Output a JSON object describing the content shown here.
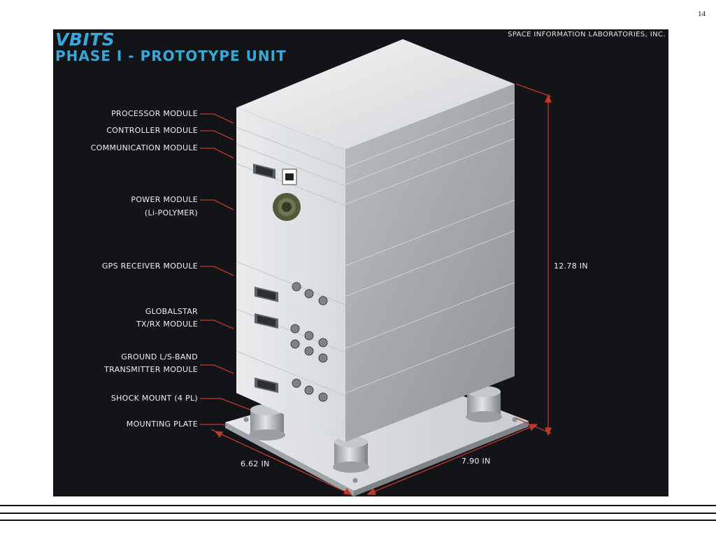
{
  "page_number": "14",
  "header": {
    "title": "VBITS",
    "subtitle": "PHASE I - PROTOTYPE UNIT",
    "company": "SPACE INFORMATION LABORATORIES, INC."
  },
  "labels": {
    "processor": "PROCESSOR MODULE",
    "controller": "CONTROLLER MODULE",
    "communication": "COMMUNICATION MODULE",
    "power_line1": "POWER MODULE",
    "power_line2": "(Li-POLYMER)",
    "gps": "GPS RECEIVER MODULE",
    "globalstar_line1": "GLOBALSTAR",
    "globalstar_line2": "TX/RX MODULE",
    "ground_line1": "GROUND L/S-BAND",
    "ground_line2": "TRANSMITTER MODULE",
    "shock_mount": "SHOCK MOUNT (4 PL)",
    "mounting_plate": "MOUNTING PLATE"
  },
  "dimensions": {
    "height": "12.78 IN",
    "width": "6.62 IN",
    "depth": "7.90 IN"
  },
  "colors": {
    "background": "#121417",
    "title": "#3aa7d9",
    "dimension_line": "#c0392b",
    "label_leader": "#c0392b"
  }
}
